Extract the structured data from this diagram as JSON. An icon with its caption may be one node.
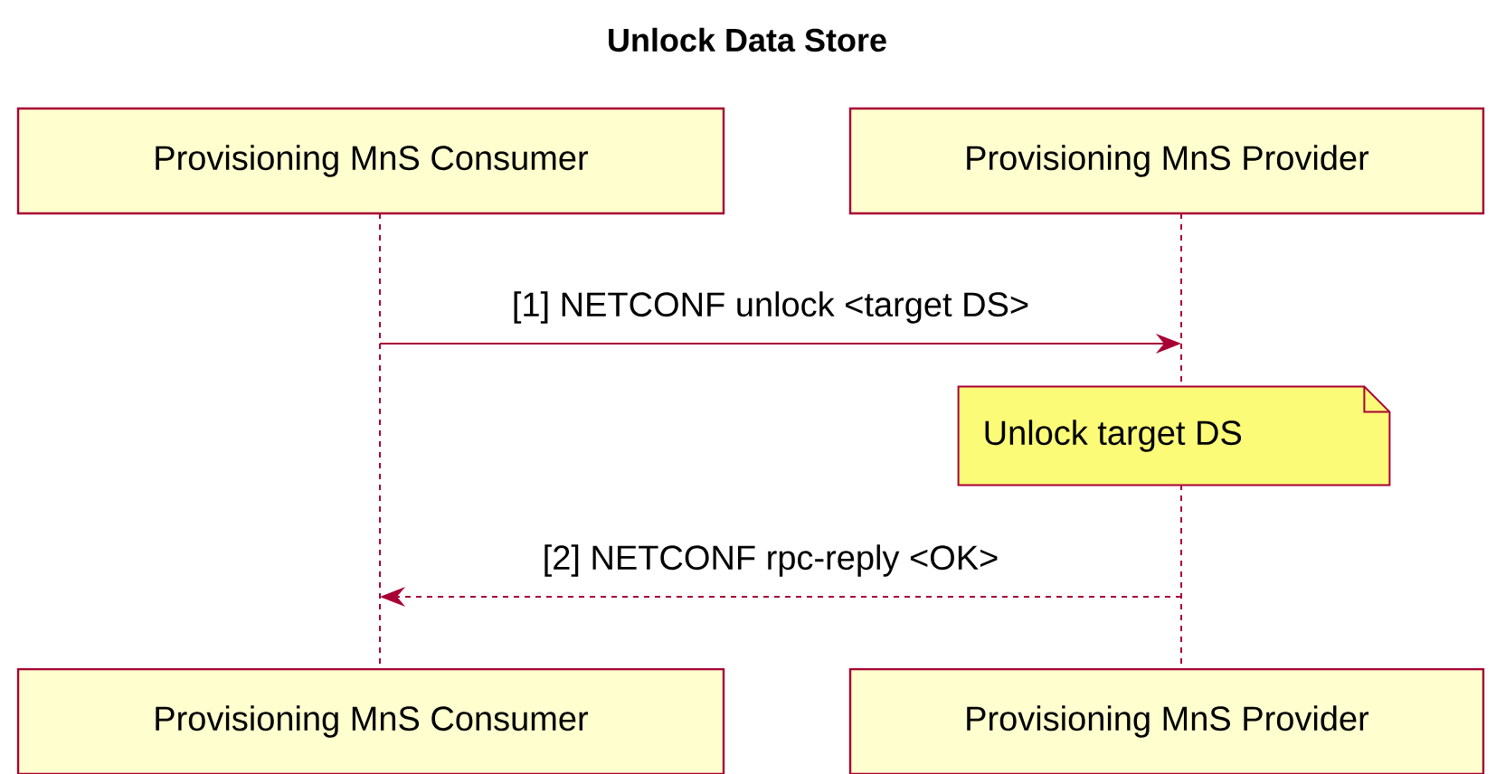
{
  "diagram": {
    "title": "Unlock Data Store",
    "nodes": [
      {
        "text": [
          "Provisioning MnS Consumer"
        ]
      },
      {
        "text": [
          "Provisioning MnS Provider"
        ]
      },
      {
        "text": [],
        "shape": "line"
      },
      {
        "text": [],
        "shape": "line"
      },
      {
        "text": [
          "Unlock target DS"
        ]
      },
      {
        "text": [
          "Provisioning MnS Consumer"
        ]
      },
      {
        "text": [
          "Provisioning MnS Provider"
        ]
      }
    ],
    "edges": [
      {
        "from": 2,
        "to": 3,
        "arrow": "to",
        "label": "[1] NETCONF unlock <target DS>"
      },
      {
        "from": 3,
        "to": 2,
        "arrow": "to",
        "label": "[2] NETCONF rpc-reply <OK>",
        "style": "dashed"
      }
    ]
  }
}
